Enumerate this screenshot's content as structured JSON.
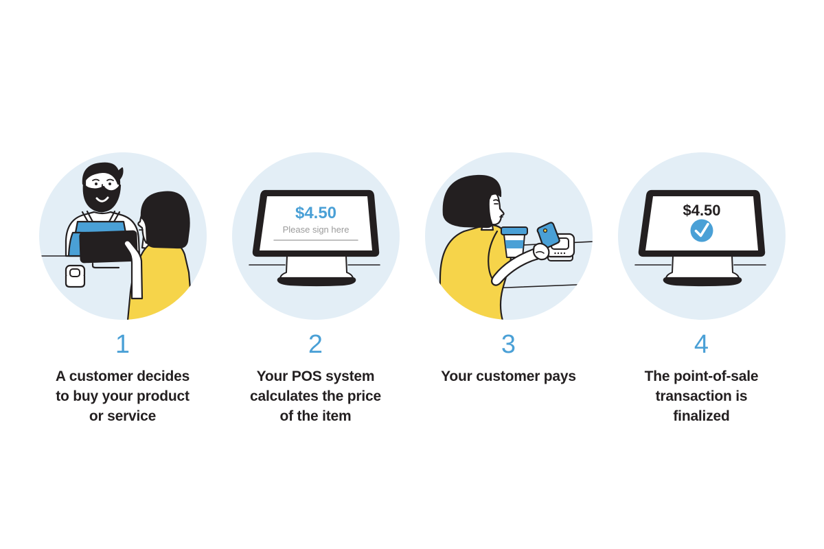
{
  "colors": {
    "accent_blue": "#4AA0D6",
    "pale_blue_bg": "#E3EEF6",
    "highlight_yellow": "#F6D44A",
    "ink_dark": "#231F20",
    "muted_gray": "#9B9B9B"
  },
  "steps": [
    {
      "number": "1",
      "caption_lines": [
        "A customer decides",
        "to buy your product",
        "or service"
      ],
      "illustration": "cashier-with-customer"
    },
    {
      "number": "2",
      "caption_lines": [
        "Your POS system",
        "calculates the price",
        "of the item"
      ],
      "illustration": "pos-monitor-signature",
      "screen": {
        "price": "$4.50",
        "prompt": "Please sign here"
      }
    },
    {
      "number": "3",
      "caption_lines": [
        "Your customer pays"
      ],
      "illustration": "customer-tapping-card"
    },
    {
      "number": "4",
      "caption_lines": [
        "The point-of-sale",
        "transaction is",
        "finalized"
      ],
      "illustration": "pos-monitor-confirmed",
      "screen": {
        "price": "$4.50",
        "status": "checkmark"
      }
    }
  ]
}
